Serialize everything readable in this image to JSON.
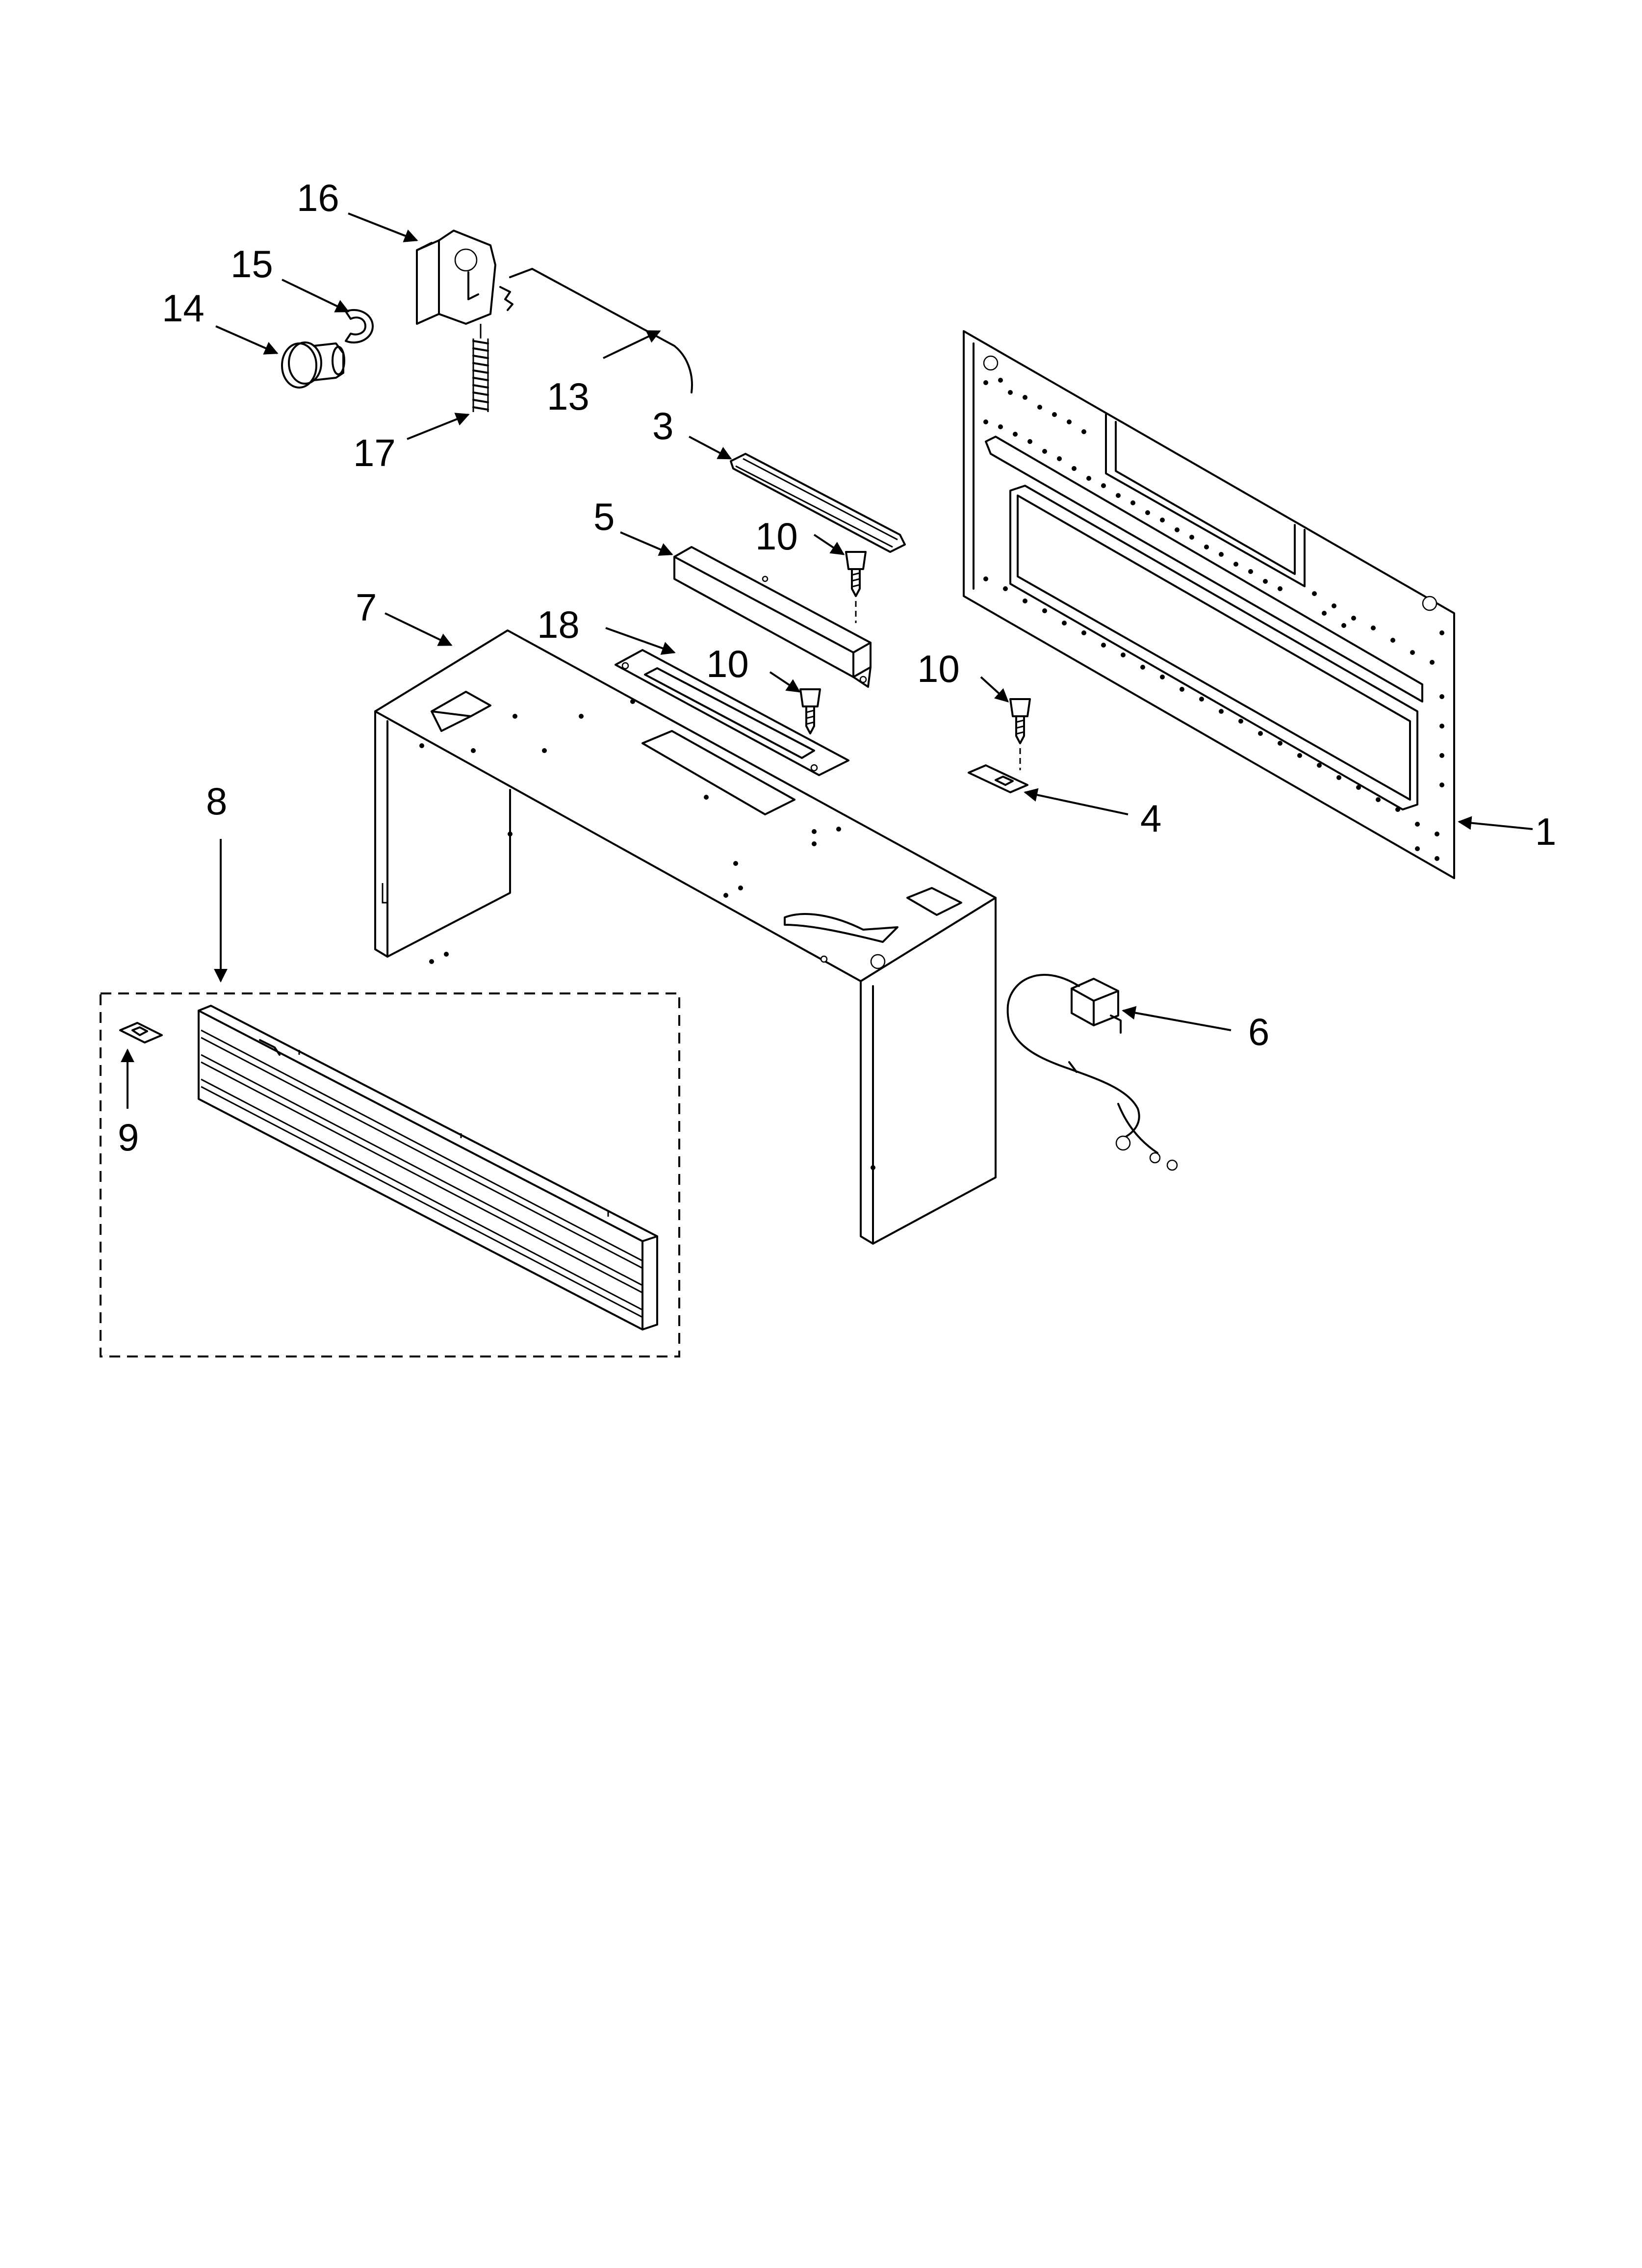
{
  "callouts": {
    "c1": "1",
    "c3": "3",
    "c4": "4",
    "c5": "5",
    "c6": "6",
    "c7": "7",
    "c8": "8",
    "c9": "9",
    "c10a": "10",
    "c10b": "10",
    "c10c": "10",
    "c13": "13",
    "c14": "14",
    "c15": "15",
    "c16": "16",
    "c17": "17",
    "c18": "18"
  }
}
